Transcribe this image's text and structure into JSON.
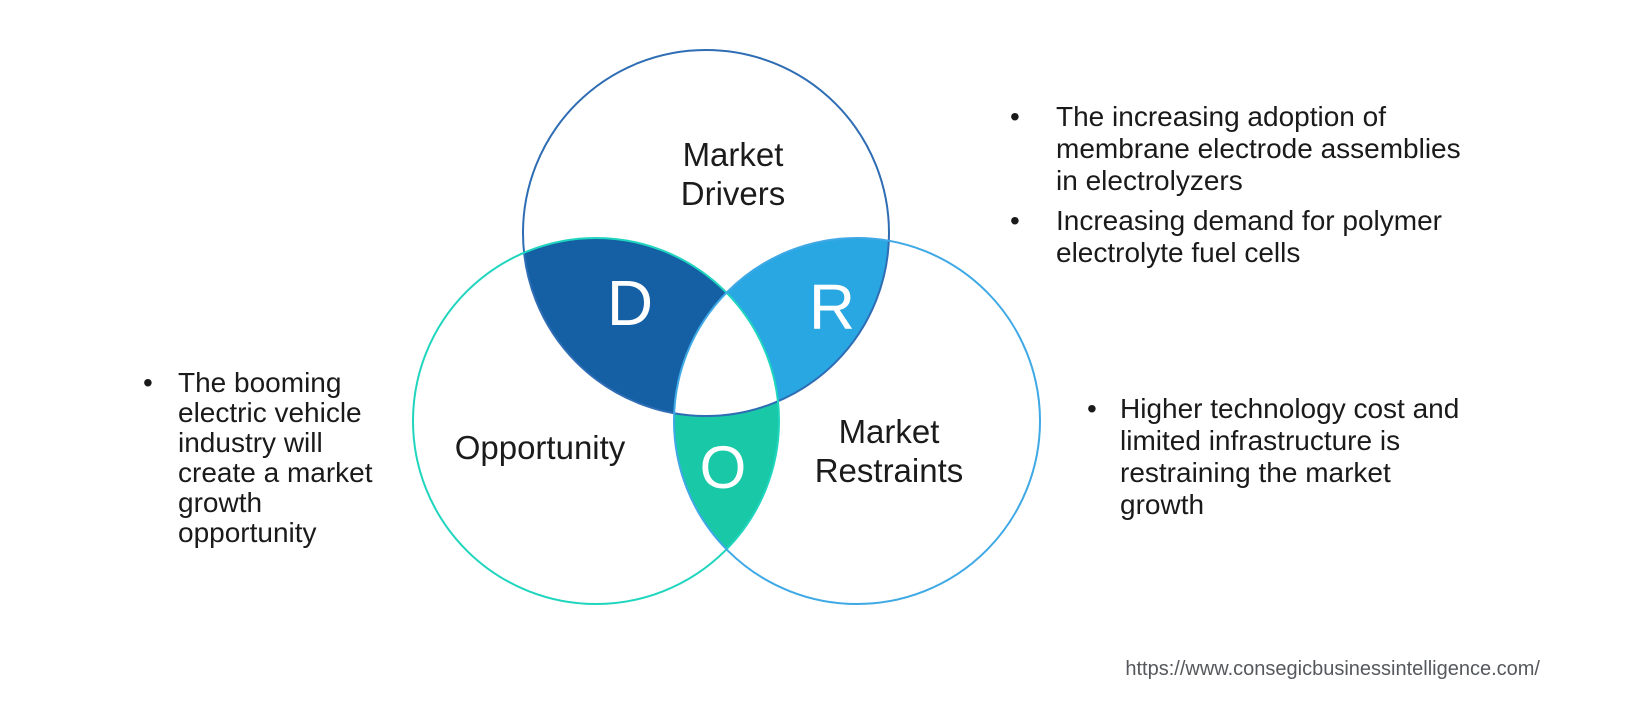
{
  "diagram": {
    "drivers": {
      "label": "Market\nDrivers",
      "letter": "D",
      "circle_stroke": "#2E6DB4",
      "overlap_fill": "#1560A5"
    },
    "restraints": {
      "label": "Market\nRestraints",
      "letter": "R",
      "circle_stroke": "#3FA9E6",
      "overlap_fill": "#29A7E2"
    },
    "opportunity": {
      "label": "Opportunity",
      "letter": "O",
      "circle_stroke": "#20D5BE",
      "overlap_fill": "#19C8A6"
    },
    "center_fill": "#FFFFFF"
  },
  "notes": {
    "bullet_glyph": "•",
    "drivers_bullet_1": "The increasing adoption of\nmembrane electrode assemblies\nin electrolyzers",
    "drivers_bullet_2": "Increasing demand for polymer\nelectrolyte fuel cells",
    "opportunity_bullet": "The booming\nelectric vehicle\nindustry will\ncreate a market\ngrowth\nopportunity",
    "restraints_bullet": "Higher technology cost and\nlimited infrastructure is\nrestraining the market\ngrowth"
  },
  "footer": {
    "url": "https://www.consegicbusinessintelligence.com/"
  },
  "colors": {
    "background": "#FFFFFF",
    "label_text": "#1B1B1B",
    "note_text": "#1A1A1A",
    "letter_text": "#FFFFFF",
    "url_text": "#55585C"
  }
}
